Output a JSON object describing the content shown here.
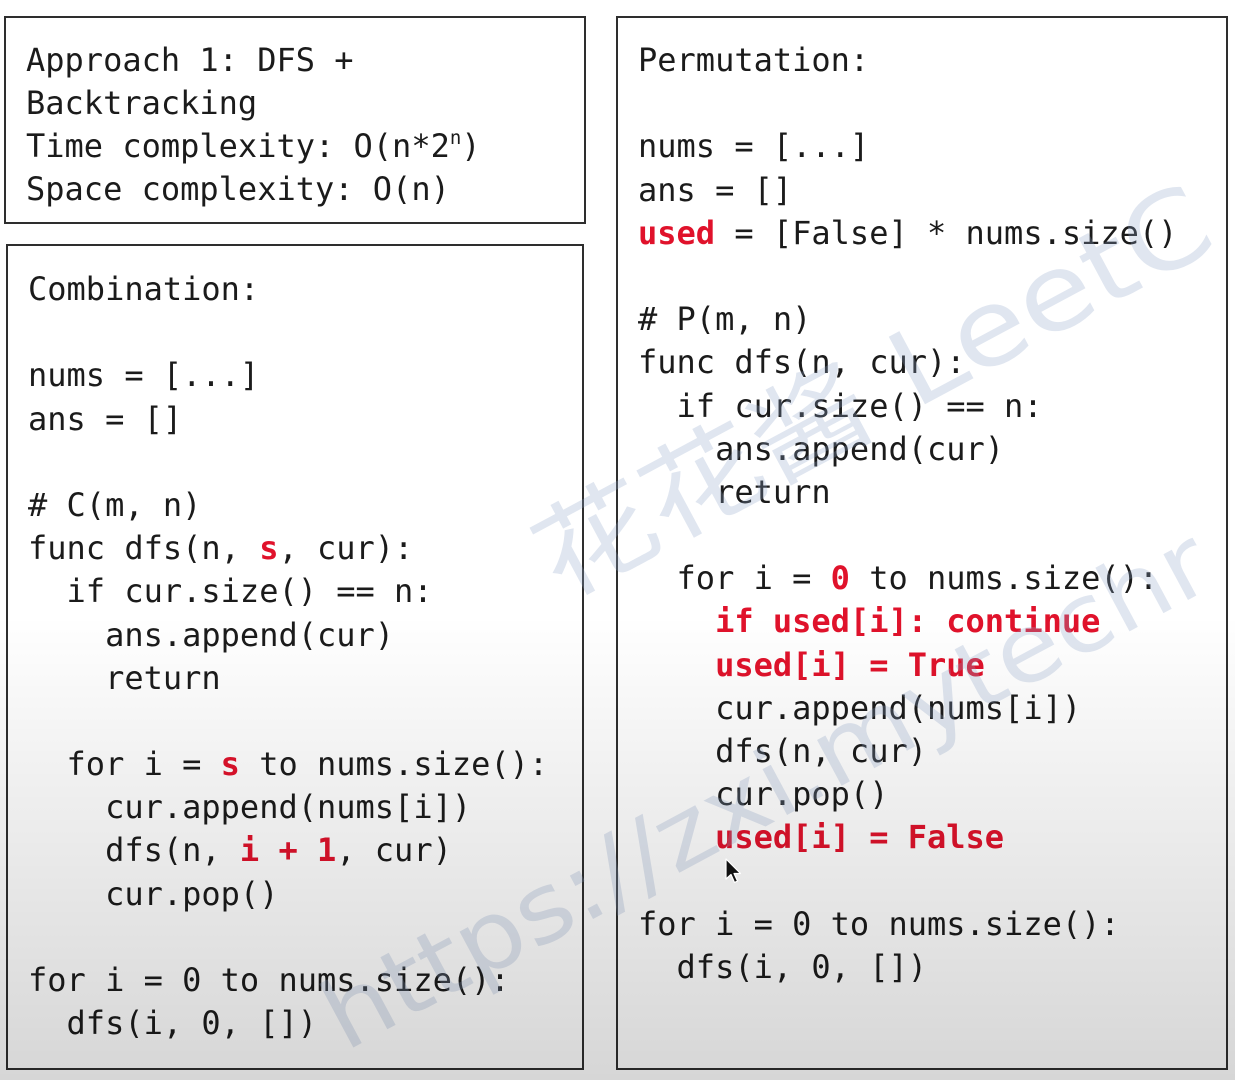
{
  "colors": {
    "text": "#1b1b1b",
    "highlight": "#e0122b",
    "border": "#2e2e2e"
  },
  "summary": {
    "line1": "Approach 1: DFS +",
    "line2": "Backtracking",
    "time_label": "Time complexity: O(n*2",
    "time_sup": "n",
    "time_close": ")",
    "space": "Space complexity: O(n)"
  },
  "combination": {
    "lines": [
      [
        {
          "t": "Combination:"
        }
      ],
      [],
      [
        {
          "t": "nums = [...]"
        }
      ],
      [
        {
          "t": "ans = []"
        }
      ],
      [],
      [
        {
          "t": "# C(m, n)"
        }
      ],
      [
        {
          "t": "func dfs(n, "
        },
        {
          "t": "s",
          "red": true
        },
        {
          "t": ", cur):"
        }
      ],
      [
        {
          "t": "  if cur.size() == n:"
        }
      ],
      [
        {
          "t": "    ans.append(cur)"
        }
      ],
      [
        {
          "t": "    return"
        }
      ],
      [],
      [
        {
          "t": "  for i = "
        },
        {
          "t": "s",
          "red": true
        },
        {
          "t": " to nums.size():"
        }
      ],
      [
        {
          "t": "    cur.append(nums[i])"
        }
      ],
      [
        {
          "t": "    dfs(n, "
        },
        {
          "t": "i + 1",
          "red": true
        },
        {
          "t": ", cur)"
        }
      ],
      [
        {
          "t": "    cur.pop()"
        }
      ],
      [],
      [
        {
          "t": "for i = 0 to nums.size():"
        }
      ],
      [
        {
          "t": "  dfs(i, 0, [])"
        }
      ]
    ]
  },
  "permutation": {
    "lines": [
      [
        {
          "t": "Permutation:"
        }
      ],
      [],
      [
        {
          "t": "nums = [...]"
        }
      ],
      [
        {
          "t": "ans = []"
        }
      ],
      [
        {
          "t": "used",
          "red": true
        },
        {
          "t": " = [False] * nums.size()"
        }
      ],
      [],
      [
        {
          "t": "# P(m, n)"
        }
      ],
      [
        {
          "t": "func dfs(n, cur):"
        }
      ],
      [
        {
          "t": "  if cur.size() == n:"
        }
      ],
      [
        {
          "t": "    ans.append(cur)"
        }
      ],
      [
        {
          "t": "    return"
        }
      ],
      [],
      [
        {
          "t": "  for i = "
        },
        {
          "t": "0",
          "red": true
        },
        {
          "t": " to nums.size():"
        }
      ],
      [
        {
          "t": "    "
        },
        {
          "t": "if used[i]: continue",
          "red": true
        }
      ],
      [
        {
          "t": "    "
        },
        {
          "t": "used[i] = True",
          "red": true
        }
      ],
      [
        {
          "t": "    cur.append(nums[i])"
        }
      ],
      [
        {
          "t": "    dfs(n, cur)"
        }
      ],
      [
        {
          "t": "    cur.pop()"
        }
      ],
      [
        {
          "t": "    "
        },
        {
          "t": "used[i] = False",
          "red": true
        }
      ],
      [],
      [
        {
          "t": "for i = 0 to nums.size():"
        }
      ],
      [
        {
          "t": "  dfs(i, 0, [])"
        }
      ]
    ]
  },
  "watermark": {
    "line1": "花花酱 LeetC",
    "line2": "https://zxi.mytechr"
  },
  "cursor_icon": "arrow-cursor-icon"
}
